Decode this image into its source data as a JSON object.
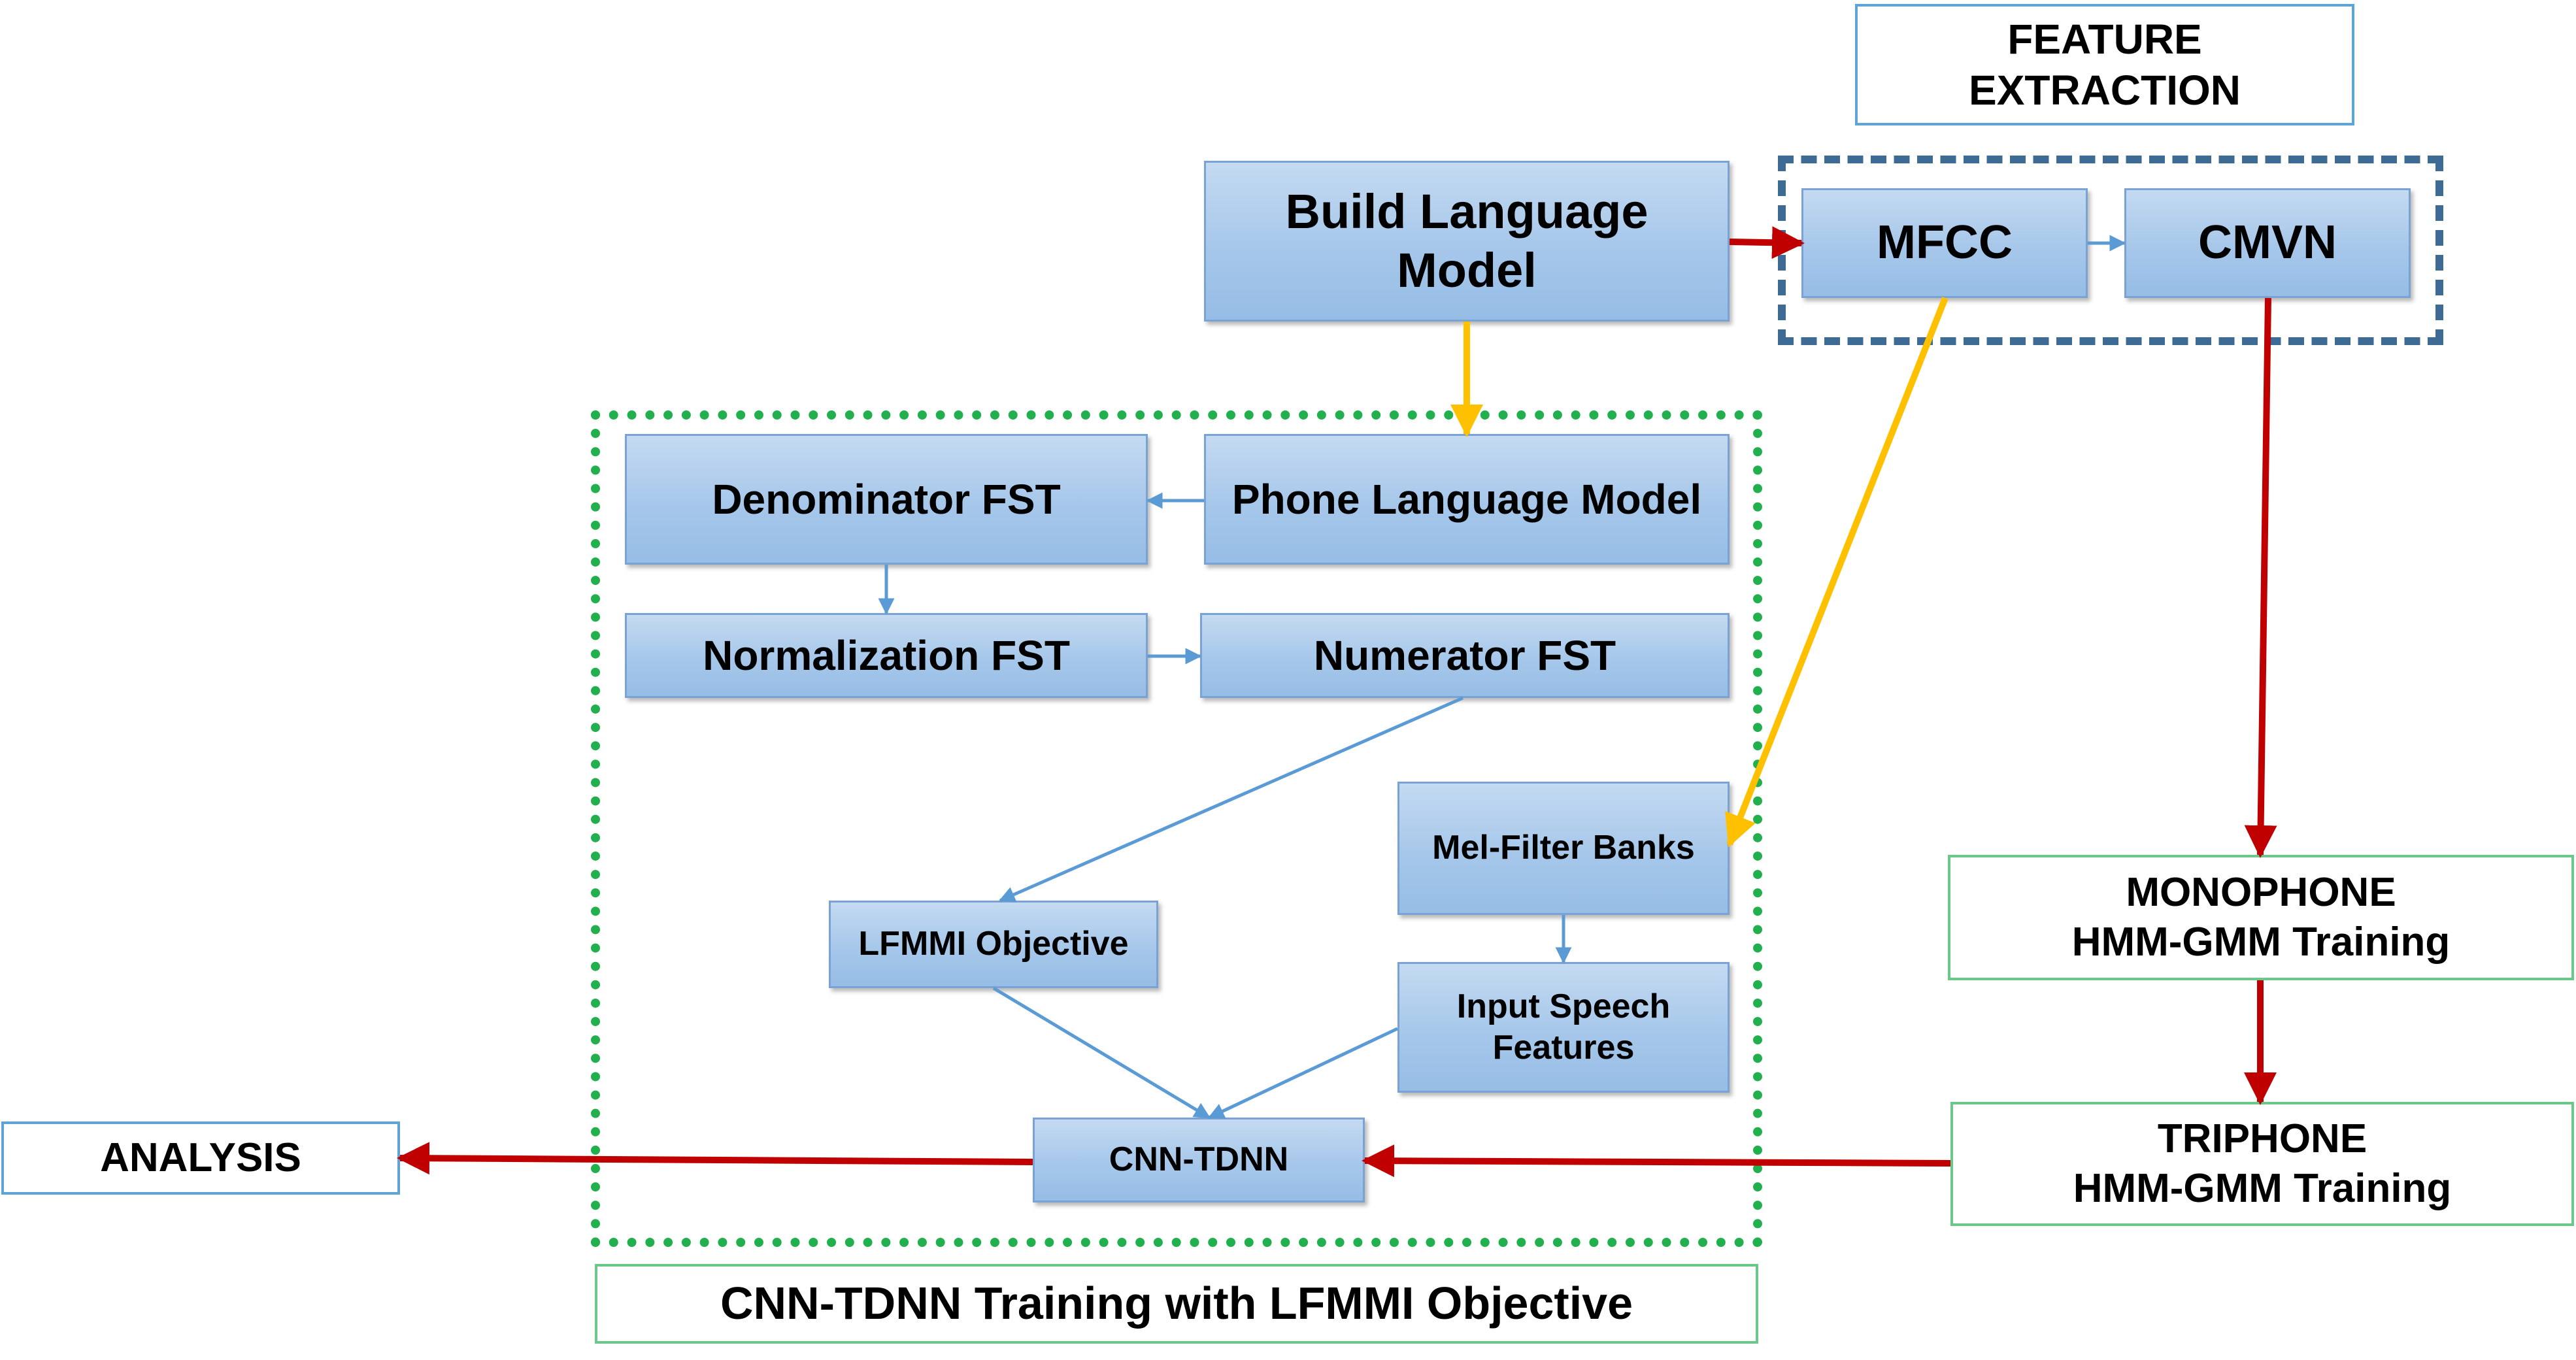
{
  "nodes": {
    "feature_extraction": "FEATURE\nEXTRACTION",
    "build_lm": "Build Language\nModel",
    "mfcc": "MFCC",
    "cmvn": "CMVN",
    "denominator_fst": "Denominator FST",
    "phone_lm": "Phone Language Model",
    "normalization_fst": "Normalization FST",
    "numerator_fst": "Numerator FST",
    "mel_filter_banks": "Mel-Filter Banks",
    "lfmmi_objective": "LFMMI Objective",
    "input_speech_features": "Input Speech\nFeatures",
    "cnn_tdnn": "CNN-TDNN",
    "analysis": "ANALYSIS",
    "monophone": "MONOPHONE\nHMM-GMM Training",
    "triphone": "TRIPHONE\nHMM-GMM Training",
    "cnn_tdnn_caption": "CNN-TDNN Training with LFMMI Objective"
  },
  "colors": {
    "red_arrow": "#c00000",
    "yellow_arrow": "#ffc000",
    "blue_arrow": "#5b9bd5",
    "dashed_border": "#3e6b94",
    "dotted_border": "#22b04e"
  }
}
